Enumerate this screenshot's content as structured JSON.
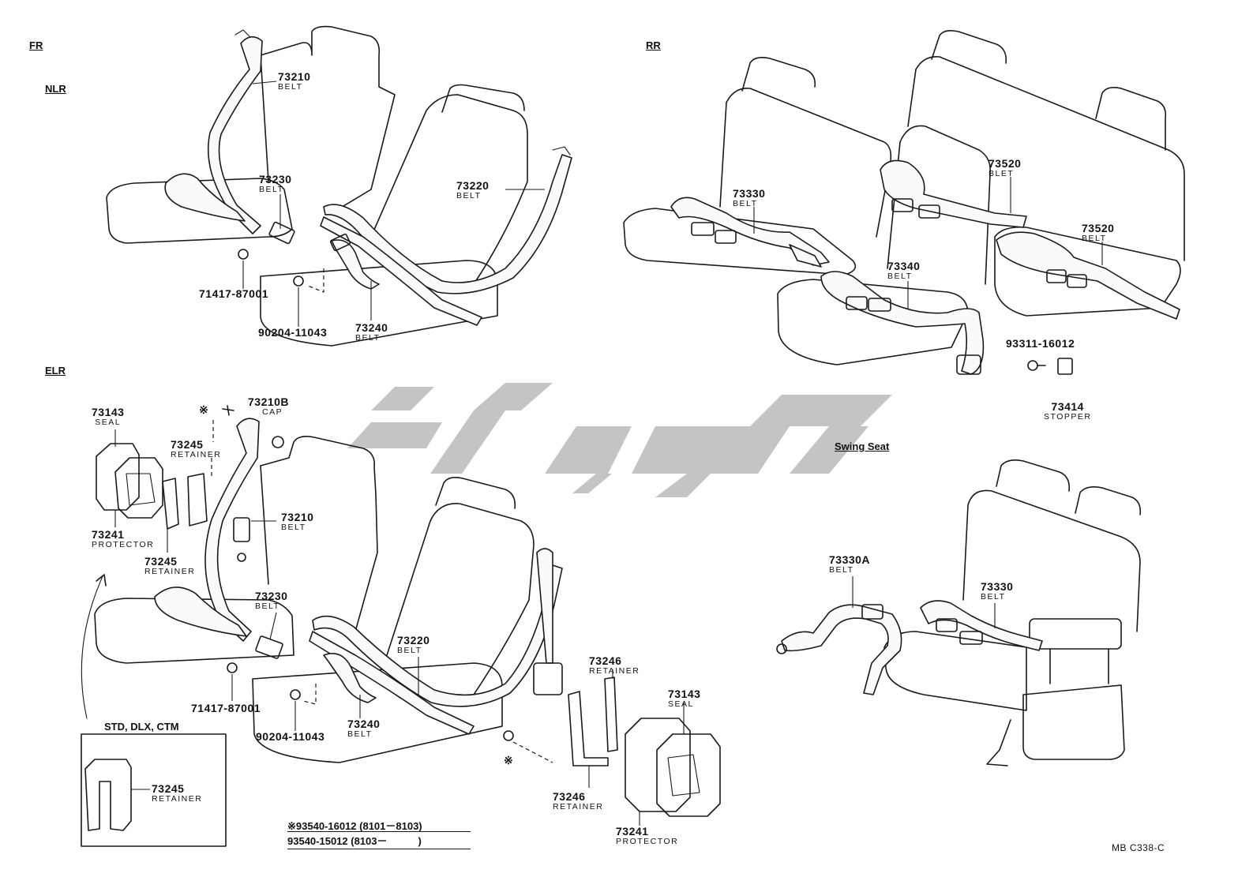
{
  "sections": {
    "fr": "FR",
    "nlr": "NLR",
    "rr": "RR",
    "elr": "ELR",
    "swing_seat": "Swing Seat"
  },
  "callouts": {
    "fr_73210": {
      "num": "73210",
      "sub": "BELT"
    },
    "fr_73230": {
      "num": "73230",
      "sub": "BELT"
    },
    "fr_73220": {
      "num": "73220",
      "sub": "BELT"
    },
    "fr_71417": {
      "num": "71417-87001"
    },
    "fr_90204": {
      "num": "90204-11043"
    },
    "fr_73240": {
      "num": "73240",
      "sub": "BELT"
    },
    "rr_73330": {
      "num": "73330",
      "sub": "BELT"
    },
    "rr_73520_a": {
      "num": "73520",
      "sub": "BLET"
    },
    "rr_73520_b": {
      "num": "73520",
      "sub": "BELT"
    },
    "rr_73340": {
      "num": "73340",
      "sub": "BELT"
    },
    "rr_93311": {
      "num": "93311-16012"
    },
    "rr_73414": {
      "num": "73414",
      "sub": "STOPPER"
    },
    "elr_73143_a": {
      "num": "73143",
      "sub": "SEAL"
    },
    "elr_73210b": {
      "num": "73210B",
      "sub": "CAP"
    },
    "elr_73245_a": {
      "num": "73245",
      "sub": "RETAINER"
    },
    "elr_73241_a": {
      "num": "73241",
      "sub": "PROTECTOR"
    },
    "elr_73245_b": {
      "num": "73245",
      "sub": "RETAINER"
    },
    "elr_73210": {
      "num": "73210",
      "sub": "BELT"
    },
    "elr_73230": {
      "num": "73230",
      "sub": "BELT"
    },
    "elr_73220": {
      "num": "73220",
      "sub": "BELT"
    },
    "elr_71417": {
      "num": "71417-87001"
    },
    "elr_90204": {
      "num": "90204-11043"
    },
    "elr_73240": {
      "num": "73240",
      "sub": "BELT"
    },
    "elr_73246_a": {
      "num": "73246",
      "sub": "RETAINER"
    },
    "elr_73246_b": {
      "num": "73246",
      "sub": "RETAINER"
    },
    "elr_73143_b": {
      "num": "73143",
      "sub": "SEAL"
    },
    "elr_73241_b": {
      "num": "73241",
      "sub": "PROTECTOR"
    },
    "inset_73245": {
      "num": "73245",
      "sub": "RETAINER"
    },
    "swing_73330a": {
      "num": "73330A",
      "sub": "BELT"
    },
    "swing_73330": {
      "num": "73330",
      "sub": "BELT"
    }
  },
  "notes": {
    "std_dlx_ctm": "STD, DLX, CTM",
    "footnote_1": "※93540-16012 (8101－8103)",
    "footnote_2": "93540-15012 (8103－　　　)",
    "diagram_code": "MB C338-C",
    "asterisk_mark": "※"
  },
  "colors": {
    "ink": "#1a1a1a",
    "watermark": "#c4c4c4",
    "background": "#ffffff"
  }
}
